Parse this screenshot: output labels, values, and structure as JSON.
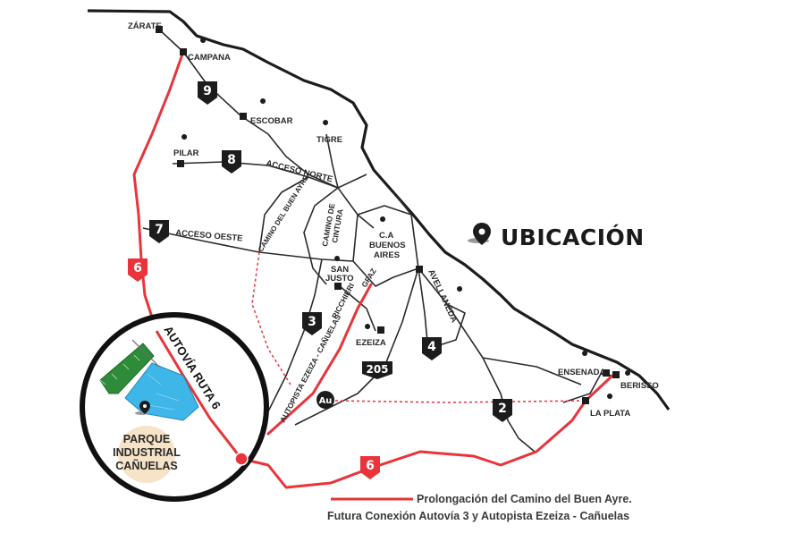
{
  "title": "UBICACIÓN",
  "cities": {
    "zarate": "ZÁRATE",
    "campana": "CAMPANA",
    "escobar": "ESCOBAR",
    "tigre": "TIGRE",
    "pilar": "PILAR",
    "caba_1": "C.A",
    "caba_2": "BUENOS",
    "caba_3": "AIRES",
    "san_justo_1": "SAN",
    "san_justo_2": "JUSTO",
    "ezeiza": "EZEIZA",
    "avellaneda": "AVELLANEDA",
    "ensenada": "ENSENADA",
    "berisso": "BERISSO",
    "la_plata": "LA PLATA"
  },
  "roads": {
    "acceso_norte": "ACCESO NORTE",
    "acceso_oeste": "ACCESO OESTE",
    "camino_buen_ayre": "CAMINO DEL BUEN AYRE",
    "camino_cintura_1": "CAMINO DE",
    "camino_cintura_2": "CINTURA",
    "gpaz": "GPAZ",
    "ricchieri": "RICCHIERI",
    "autopista_ezeiza": "AUTOPISTA EZEIZA - CAÑUELAS",
    "autovia_ruta6": "AUTOVÍA RUTA 6"
  },
  "shields": {
    "r9": "9",
    "r8": "8",
    "r7": "7",
    "r6_a": "6",
    "r6_b": "6",
    "r6_c": "6",
    "r3": "3",
    "r4": "4",
    "r2": "2",
    "r205": "205",
    "au": "Au"
  },
  "park": {
    "line1": "PARQUE",
    "line2": "INDUSTRIAL",
    "line3": "CAÑUELAS"
  },
  "legend": {
    "line1": "Prolongación del Camino del Buen Ayre.",
    "line2": "Futura Conexión Autovía 3 y Autopista Ezeiza - Cañuelas"
  },
  "colors": {
    "route_red": "#e8343a",
    "road_dark": "#1c1c1c",
    "park_green": "#2e8b3a",
    "park_blue": "#3fb6e8",
    "park_circle_fill": "#f6e3c8"
  }
}
